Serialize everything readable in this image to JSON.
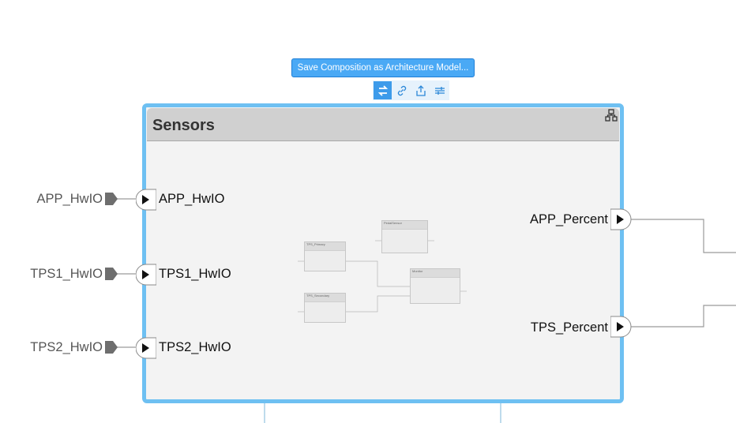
{
  "toolbar": {
    "save_label": "Save Composition as Architecture Model...",
    "icons": [
      "swap-arrows-icon",
      "link-icon",
      "export-icon",
      "settings-lines-icon"
    ]
  },
  "component": {
    "title": "Sensors",
    "icon": "architecture-icon",
    "inports": [
      "APP_HwIO",
      "TPS1_HwIO",
      "TPS2_HwIO"
    ],
    "outports": [
      "APP_Percent",
      "TPS_Percent"
    ]
  },
  "external_inputs": [
    "APP_HwIO",
    "TPS1_HwIO",
    "TPS2_HwIO"
  ],
  "colors": {
    "accent": "#6ec0f2",
    "button": "#4aa9f5",
    "header": "#d0d0d0",
    "body": "#f3f3f3"
  }
}
